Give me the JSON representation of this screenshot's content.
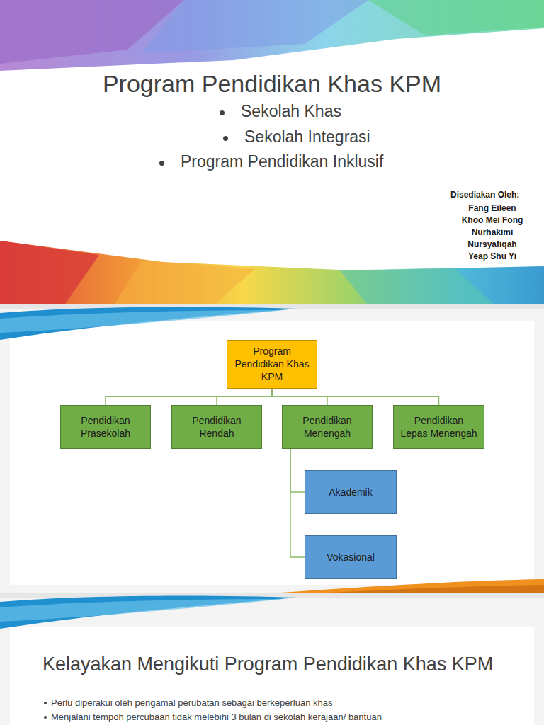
{
  "diagram": {
    "title": "Program Pendidikan Khas KPM",
    "nodes": [
      {
        "text": [
          "Program Pendidikan Khas KPM"
        ]
      },
      {
        "text": [
          "Pendidikan Prasekolah"
        ]
      },
      {
        "text": [
          "Pendidikan Rendah"
        ]
      },
      {
        "text": [
          "Pendidikan Menengah"
        ]
      },
      {
        "text": [
          "Pendidikan Lepas Menengah"
        ]
      },
      {
        "text": [
          "Akademik"
        ]
      },
      {
        "text": [
          "Vokasional"
        ]
      }
    ],
    "edges": [
      {
        "from": 0,
        "to": 1,
        "arrow": "none"
      },
      {
        "from": 0,
        "to": 2,
        "arrow": "none"
      },
      {
        "from": 0,
        "to": 3,
        "arrow": "none"
      },
      {
        "from": 0,
        "to": 4,
        "arrow": "none"
      },
      {
        "from": 3,
        "to": 5,
        "arrow": "none"
      },
      {
        "from": 3,
        "to": 6,
        "arrow": "none"
      }
    ],
    "labels": [
      "Sekolah Khas",
      "Sekolah Integrasi",
      "Program Pendidikan Inklusif",
      "Disediakan Oleh:",
      "Fang Eileen",
      "Khoo Mei Fong",
      "Nurhakimi",
      "Nursyafiqah",
      "Yeap Shu Yi",
      "Kelayakan Mengikuti Program Pendidikan Khas KPM",
      "Perlu diperakui oleh pengamal perubatan sebagai berkeperluan khas",
      "Menjalani tempoh percubaan tidak melebihi 3 bulan di sekolah kerajaan/ bantuan"
    ]
  }
}
